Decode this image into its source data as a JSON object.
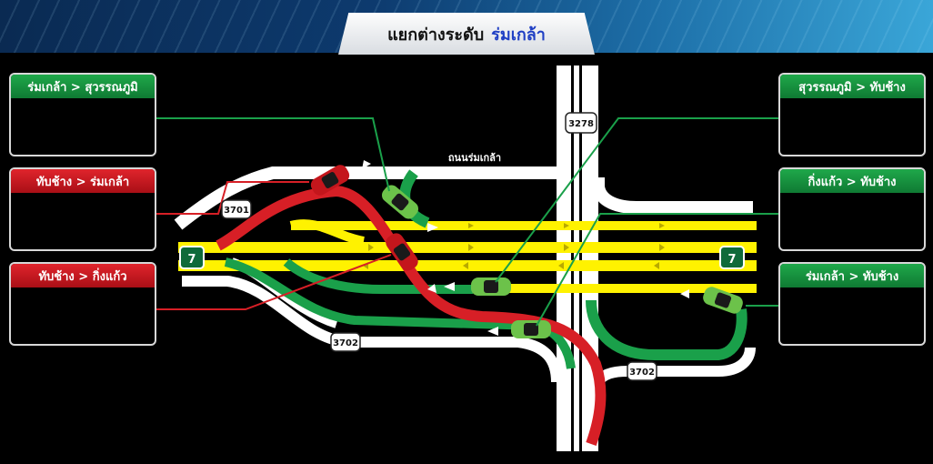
{
  "header": {
    "title_main": "แยกต่างระดับ",
    "title_accent": "ร่มเกล้า"
  },
  "panels_left": [
    {
      "label": "ร่มเกล้า > สุวรรณภูมิ",
      "color": "green"
    },
    {
      "label": "ทับช้าง > ร่มเกล้า",
      "color": "red"
    },
    {
      "label": "ทับช้าง > กิ่งแก้ว",
      "color": "red"
    }
  ],
  "panels_right": [
    {
      "label": "สุวรรณภูมิ > ทับช้าง",
      "color": "green"
    },
    {
      "label": "กิ่งแก้ว > ทับช้าง",
      "color": "green"
    },
    {
      "label": "ร่มเกล้า > ทับช้าง",
      "color": "green"
    }
  ],
  "road_labels": {
    "romklao_road": "ถนนร่มเกล้า"
  },
  "route_shields": {
    "r3701": "3701",
    "r3702_left": "3702",
    "r3702_right": "3702",
    "r3278": "3278",
    "r7_left": "7",
    "r7_right": "7"
  },
  "colors": {
    "green": "#1aa04a",
    "red": "#d71f26",
    "yellow": "#fff200",
    "white": "#ffffff"
  }
}
